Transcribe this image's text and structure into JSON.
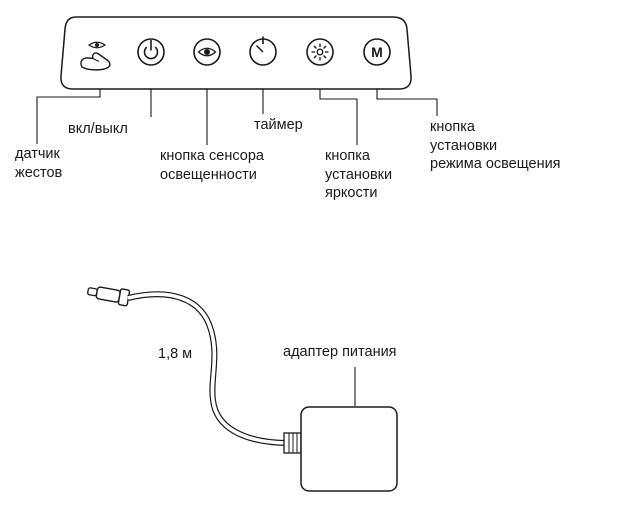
{
  "diagram": {
    "panel": {
      "buttons": [
        {
          "id": "gesture-sensor",
          "label": "датчик\nжестов"
        },
        {
          "id": "power",
          "label": "вкл/выкл"
        },
        {
          "id": "light-sensor",
          "label": "кнопка сенсора\nосвещенности"
        },
        {
          "id": "timer",
          "label": "таймер"
        },
        {
          "id": "brightness",
          "label": "кнопка\nустановки\nяркости"
        },
        {
          "id": "mode",
          "label": "кнопка\nустановки\nрежима освещения",
          "glyph": "M"
        }
      ],
      "icons": [
        "gesture-hand-eye-icon",
        "power-icon",
        "eye-sensor-icon",
        "timer-clock-icon",
        "brightness-sun-icon",
        "mode-m-icon"
      ]
    },
    "adapter": {
      "cable_length": "1,8 м",
      "label": "адаптер питания"
    },
    "colors": {
      "line": "#1a1a1a",
      "background": "#ffffff"
    }
  }
}
